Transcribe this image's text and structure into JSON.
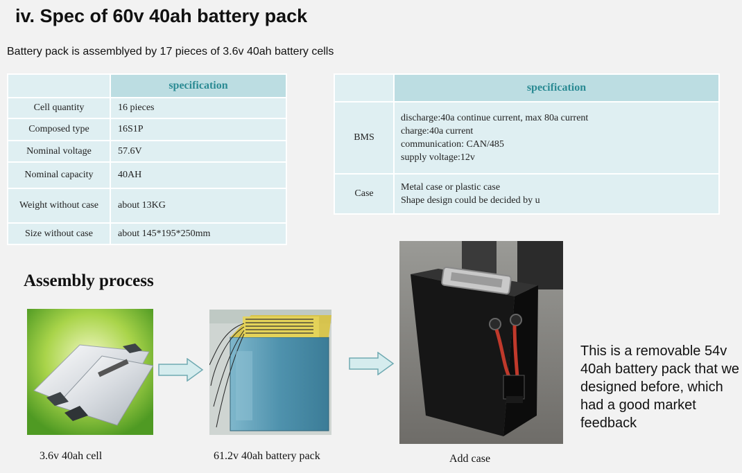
{
  "title": "iv. Spec of 60v 40ah battery pack",
  "subtitle": "Battery pack is assemblyed by 17 pieces of 3.6v 40ah battery cells",
  "table_left": {
    "header": "specification",
    "rows": [
      {
        "key": "Cell quantity",
        "value": "16 pieces"
      },
      {
        "key": "Composed type",
        "value": "16S1P"
      },
      {
        "key": "Nominal voltage",
        "value": "57.6V"
      },
      {
        "key": "Nominal capacity",
        "value": "40AH"
      },
      {
        "key": "Weight without case",
        "value": "about 13KG"
      },
      {
        "key": "Size without case",
        "value": "about 145*195*250mm"
      }
    ]
  },
  "table_right": {
    "header": "specification",
    "rows": [
      {
        "key": "BMS",
        "lines": [
          "discharge:40a continue current, max 80a current",
          "charge:40a current",
          "communication: CAN/485",
          "supply voltage:12v"
        ]
      },
      {
        "key": "Case",
        "lines": [
          "Metal case or plastic case",
          "Shape design could be decided by u"
        ]
      }
    ]
  },
  "assembly_title": "Assembly process",
  "captions": {
    "cell": "3.6v 40ah cell",
    "pack": "61.2v 40ah battery pack",
    "case": "Add case"
  },
  "note": "This is a removable 54v 40ah battery pack that we designed before, which had a good market feedback",
  "colors": {
    "table_header_bg": "#bcdde2",
    "table_header_text": "#2a8a93",
    "table_cell_bg": "#dfeff2",
    "arrow_fill": "#d5ecee",
    "arrow_stroke": "#6fa9b1"
  }
}
